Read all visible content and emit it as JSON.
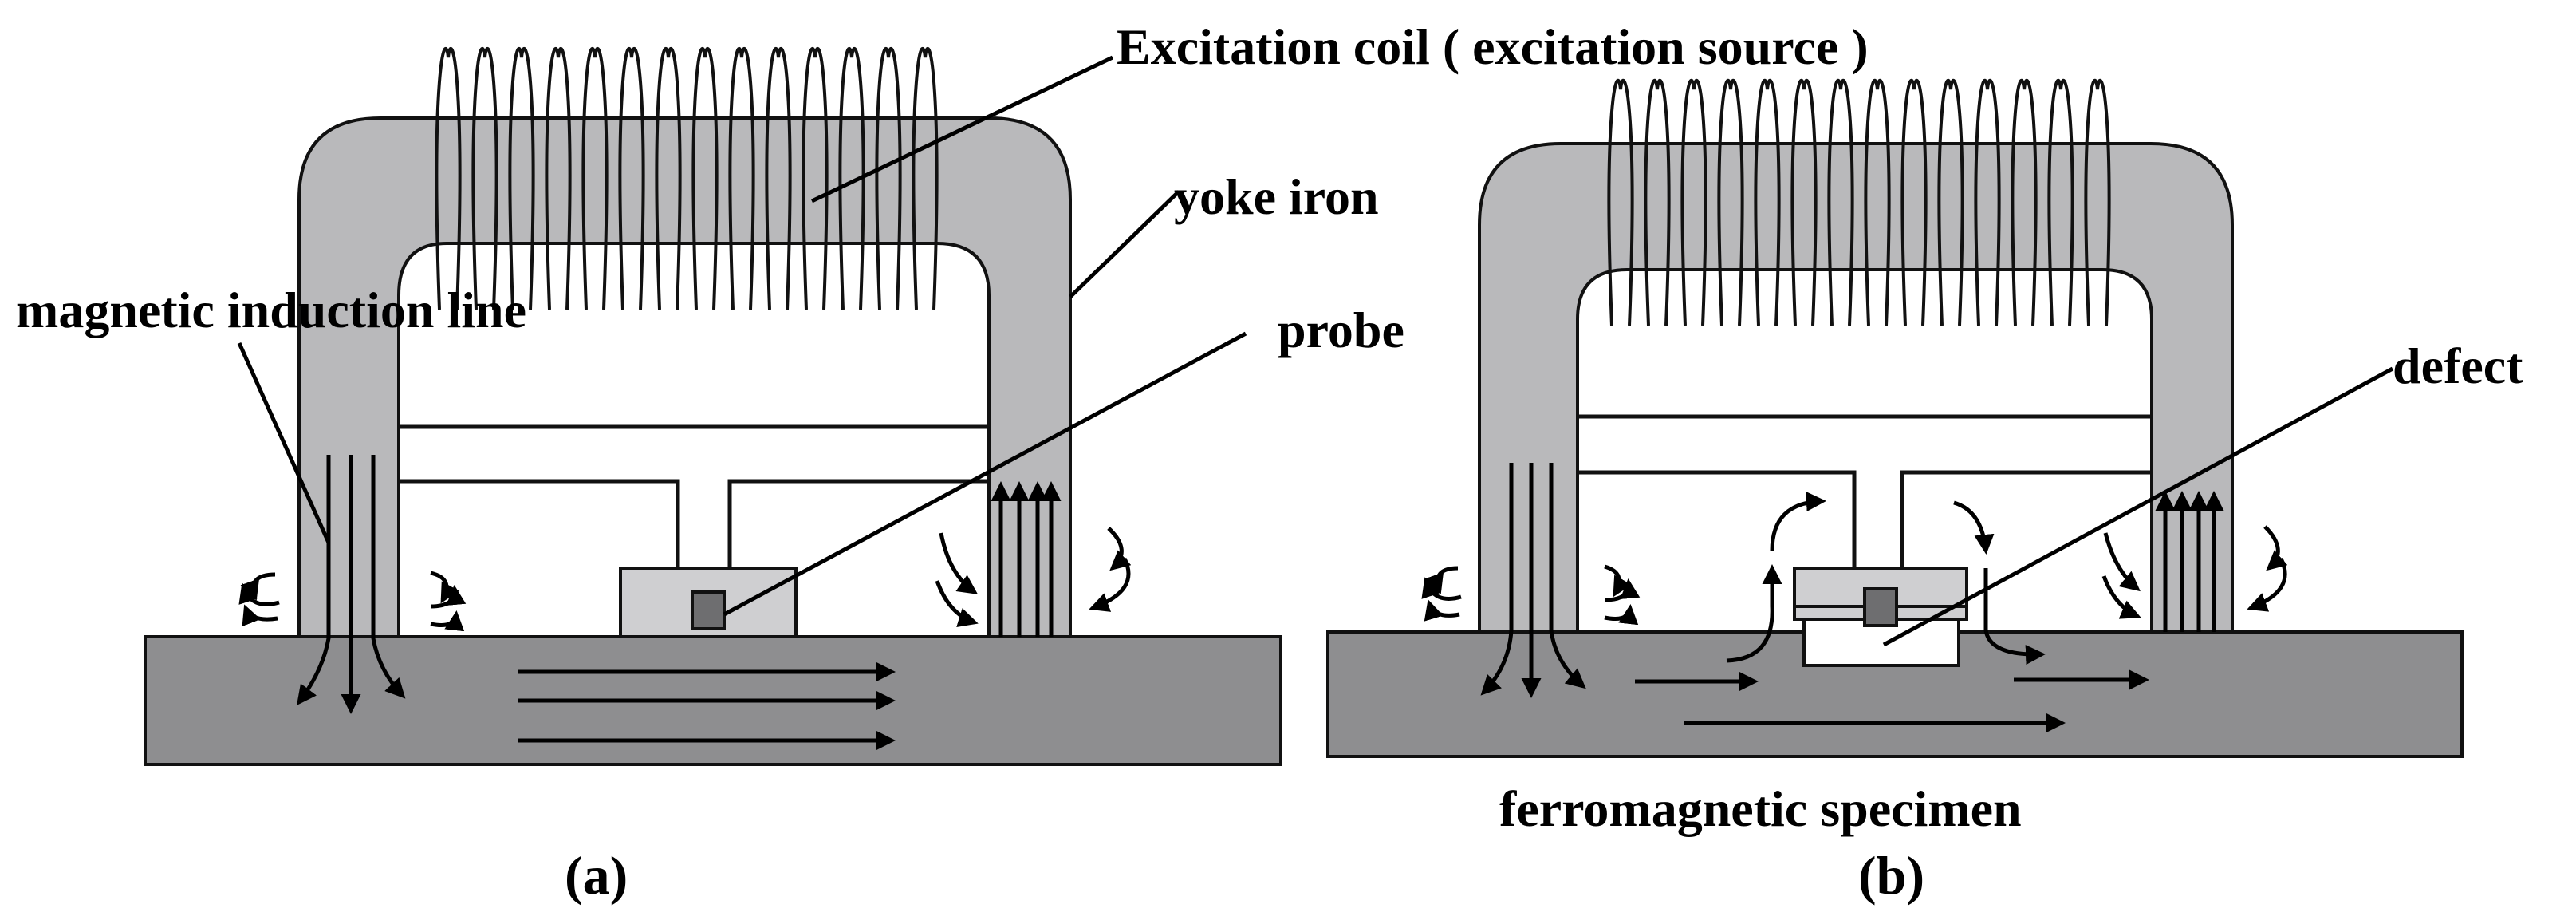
{
  "labels": {
    "excitation_coil": "Excitation coil ( excitation source )",
    "yoke_iron": "yoke iron",
    "magnetic_induction_line": "magnetic induction line",
    "probe": "probe",
    "defect": "defect",
    "ferromagnetic_specimen": "ferromagnetic specimen"
  },
  "captions": {
    "a": "(a)",
    "b": "(b)"
  },
  "colors": {
    "yoke": "#b9b9bb",
    "specimen": "#8e8e90",
    "probe_body": "#cfcfd1",
    "sensor": "#6e6e70",
    "outline": "#111111"
  }
}
